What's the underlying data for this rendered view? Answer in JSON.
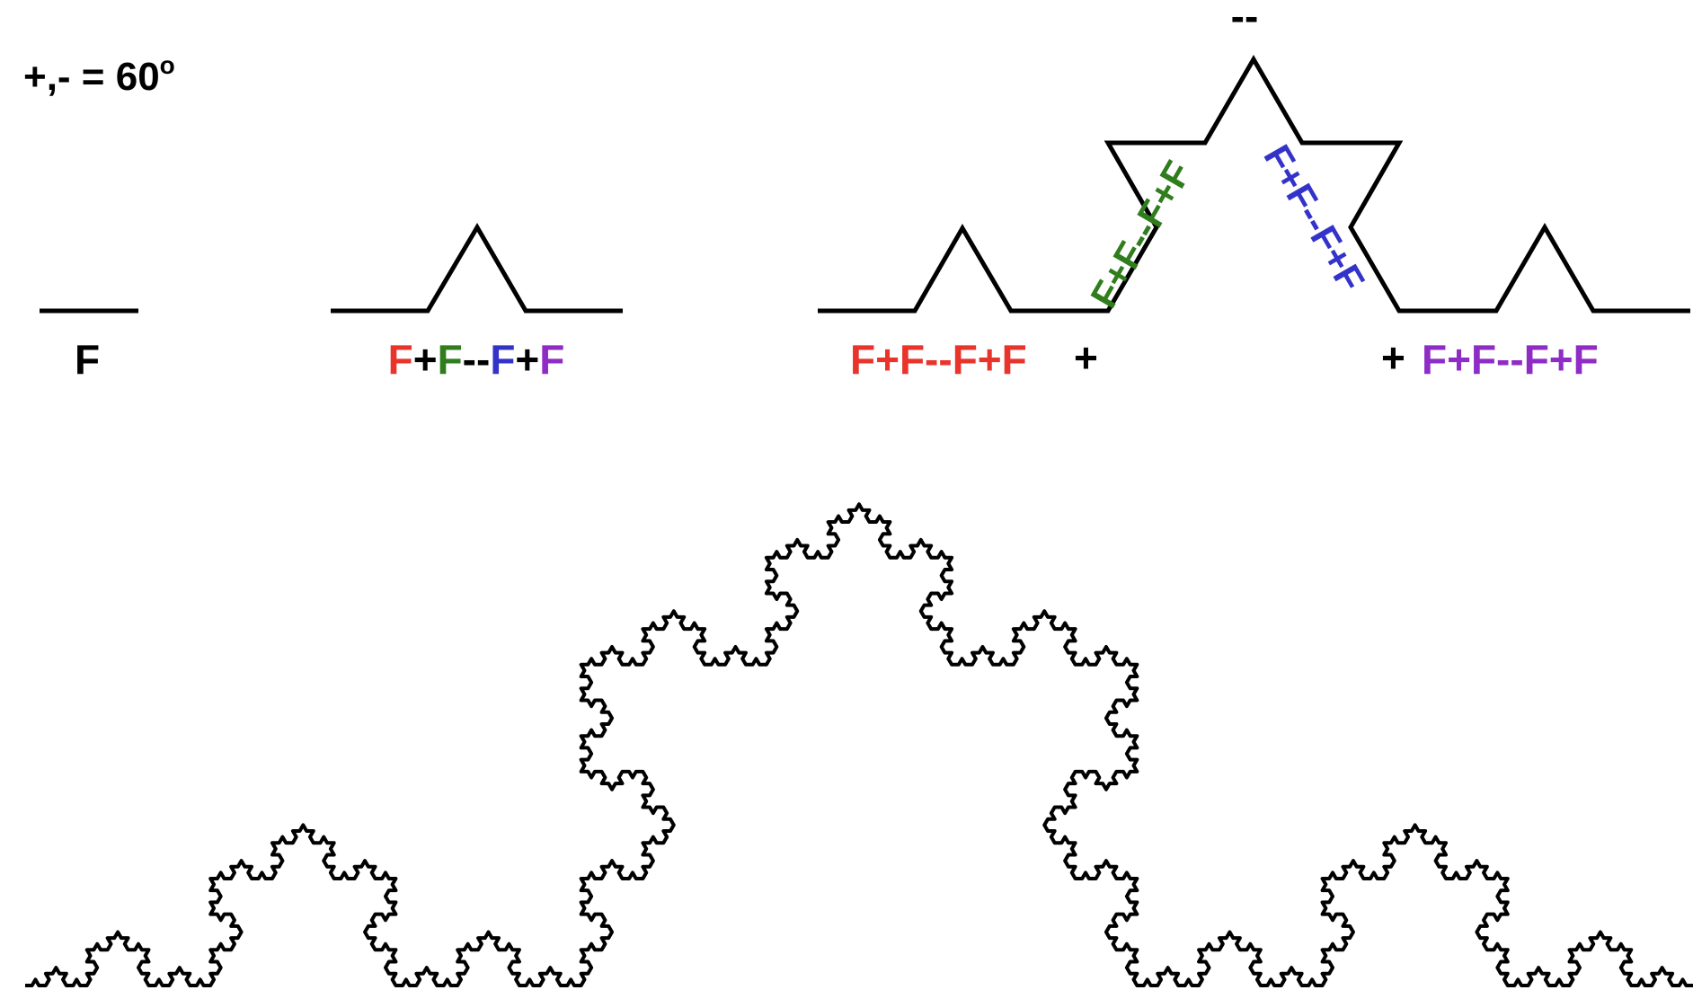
{
  "angle_note": {
    "text": "+,- = 60",
    "degree": "o"
  },
  "iterations": {
    "gen0": {
      "label": "F"
    },
    "gen1": {
      "tokens": [
        {
          "t": "F",
          "c": "red"
        },
        {
          "t": "+",
          "c": "black"
        },
        {
          "t": "F",
          "c": "green"
        },
        {
          "t": "--",
          "c": "black"
        },
        {
          "t": "F",
          "c": "blue"
        },
        {
          "t": "+",
          "c": "black"
        },
        {
          "t": "F",
          "c": "purple"
        }
      ]
    },
    "gen2": {
      "segment_left": "F+F--F+F",
      "plus_left": "+",
      "segment_up": "F+F--F+F",
      "turn_top": "--",
      "segment_down": "F+F--F+F",
      "plus_right": "+",
      "segment_right": "F+F--F+F"
    }
  },
  "koch_curve": {
    "depth": 5
  },
  "colors": {
    "red": "#e8342a",
    "green": "#2f7d1c",
    "blue": "#3433c9",
    "purple": "#8f2cc6",
    "black": "#000000"
  }
}
